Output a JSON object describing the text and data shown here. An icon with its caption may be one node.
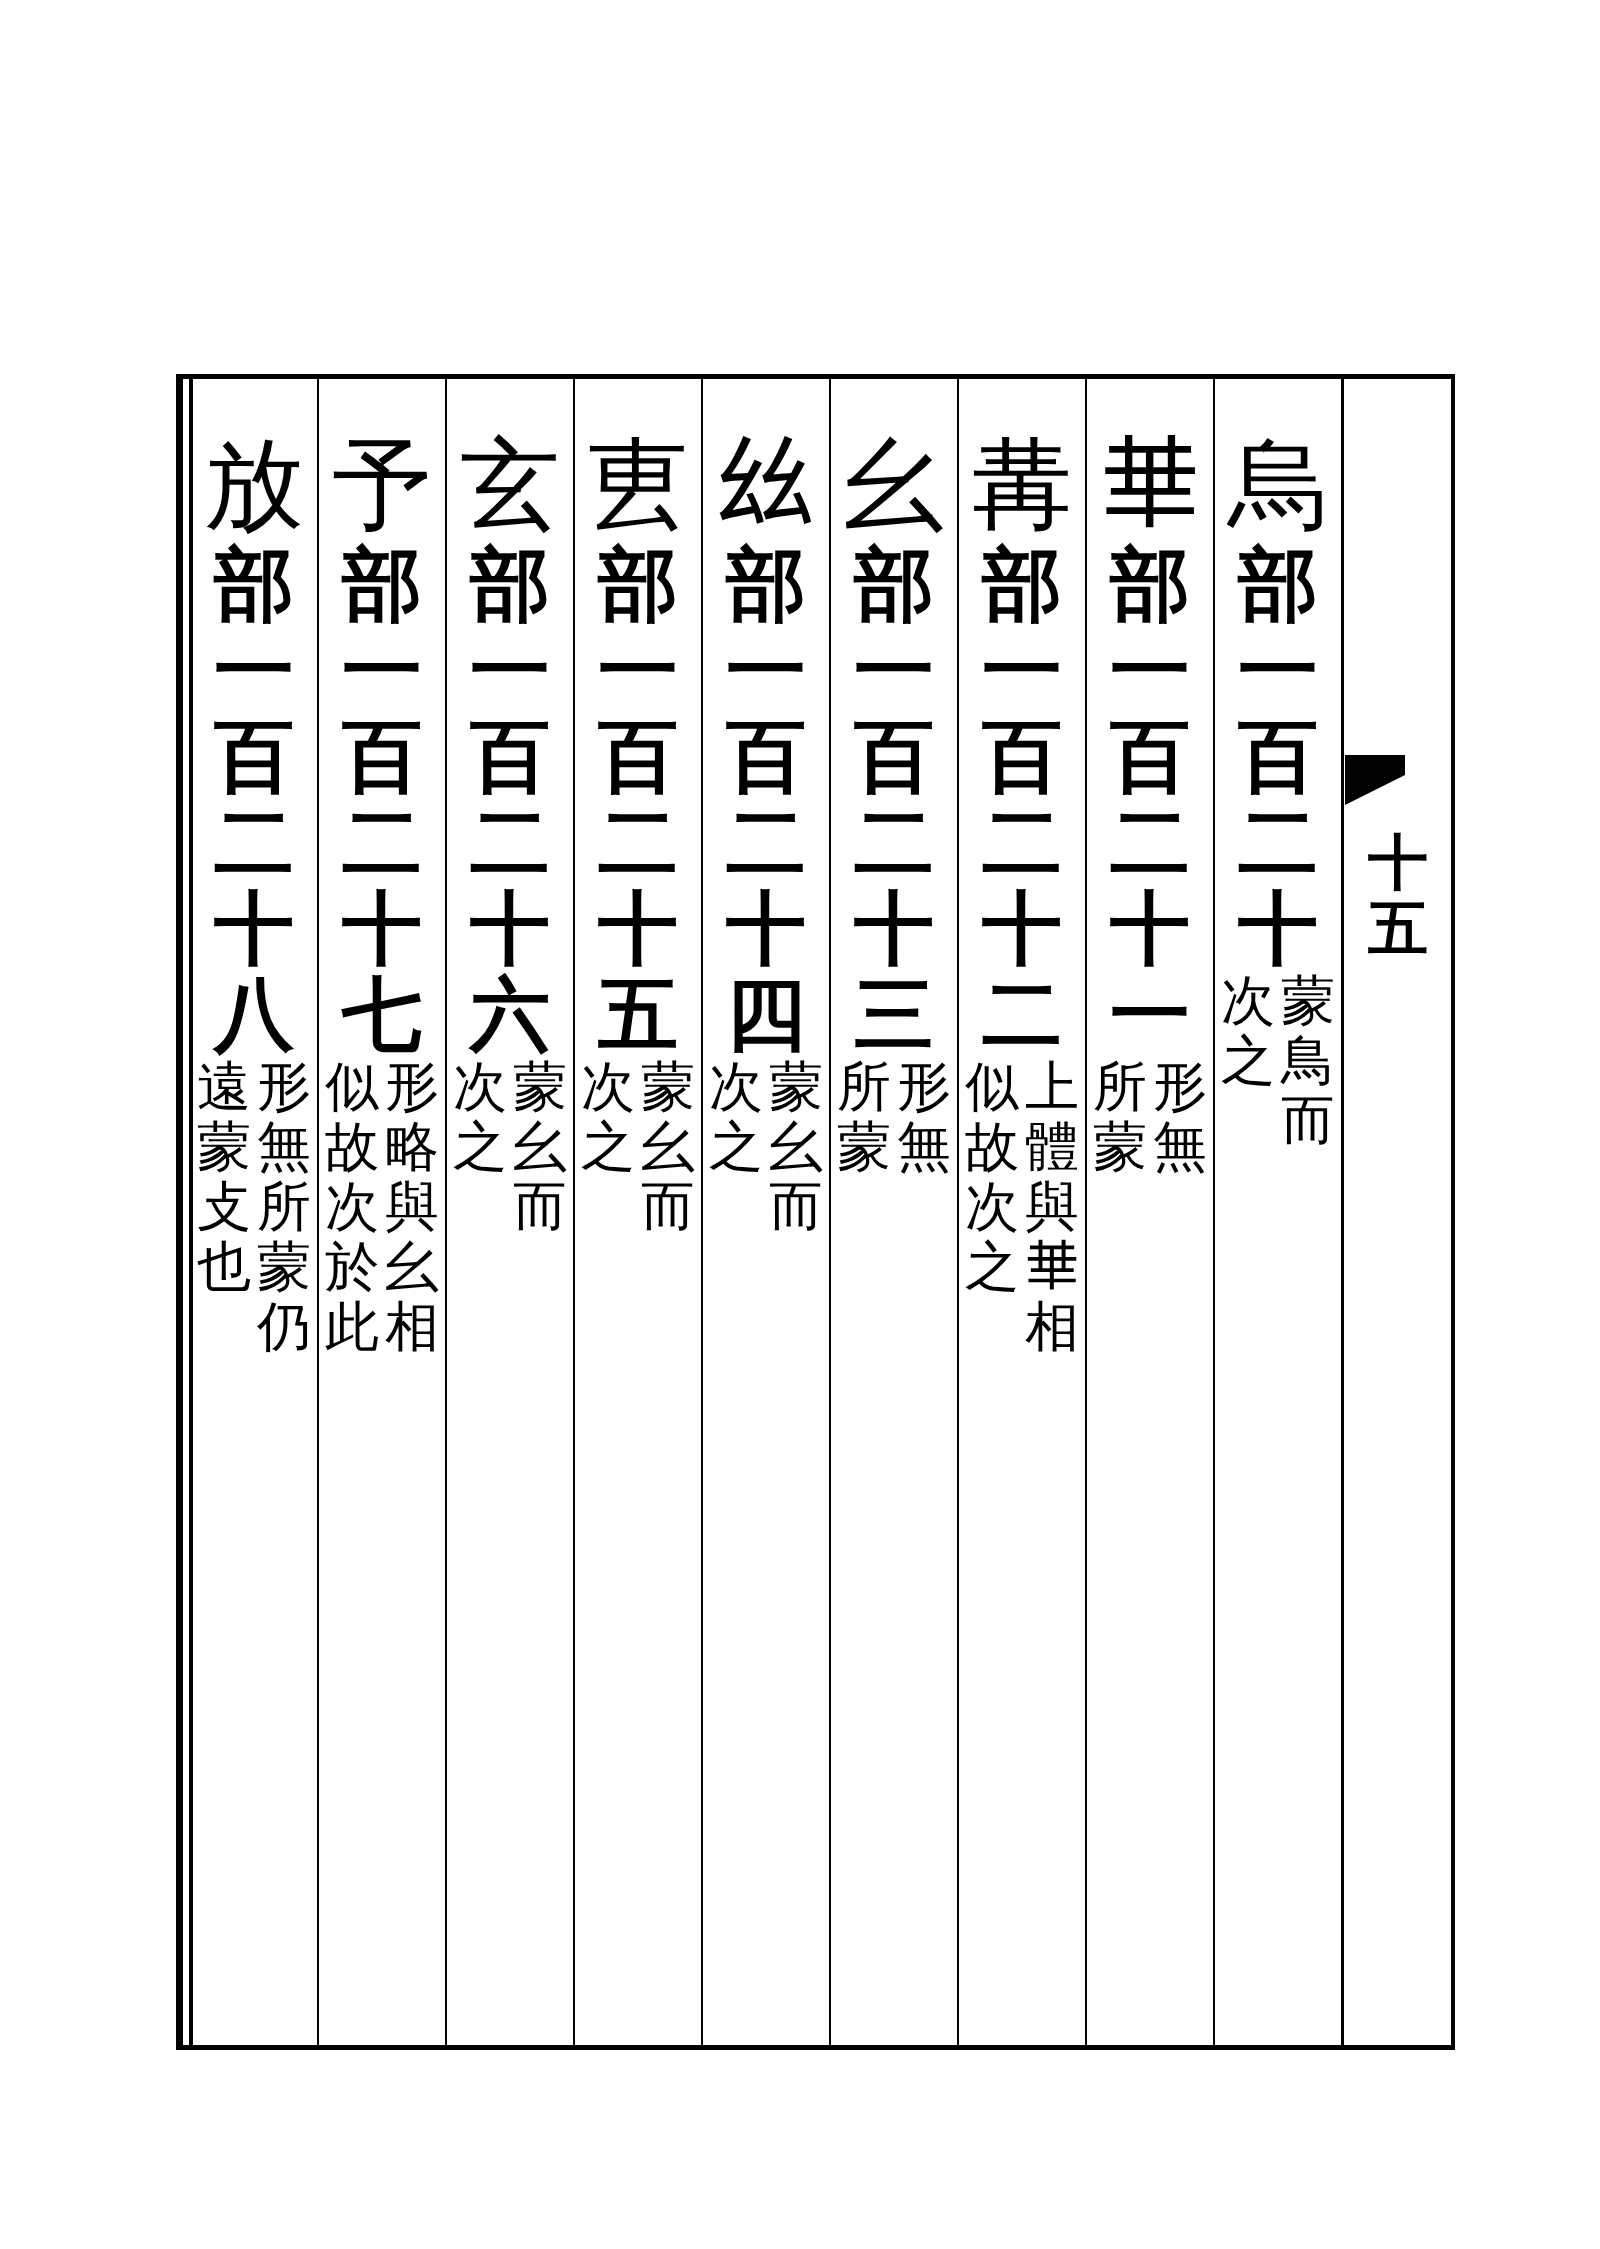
{
  "diagram": {
    "nodes": [
      {
        "text": [
          "十五"
        ]
      },
      {
        "text": [
          "烏",
          "部一百二十",
          "蒙鳥而次之"
        ]
      },
      {
        "text": [
          "𠦒",
          "部一百二十一",
          "形無所蒙"
        ]
      },
      {
        "text": [
          "冓",
          "部一百二十二",
          "上體與𠦒相似故次之"
        ]
      },
      {
        "text": [
          "幺",
          "部一百二十三",
          "形無所蒙"
        ]
      },
      {
        "text": [
          "𢆶",
          "部一百二十四",
          "蒙幺而次之"
        ]
      },
      {
        "text": [
          "叀",
          "部一百二十五",
          "蒙幺而次之"
        ]
      },
      {
        "text": [
          "玄",
          "部一百二十六",
          "蒙幺而次之"
        ]
      },
      {
        "text": [
          "予",
          "部一百二十七",
          "形略與幺相似故次於此"
        ]
      },
      {
        "text": [
          "放",
          "部一百二十八",
          "形無所蒙仍遠蒙攴也"
        ]
      }
    ]
  }
}
